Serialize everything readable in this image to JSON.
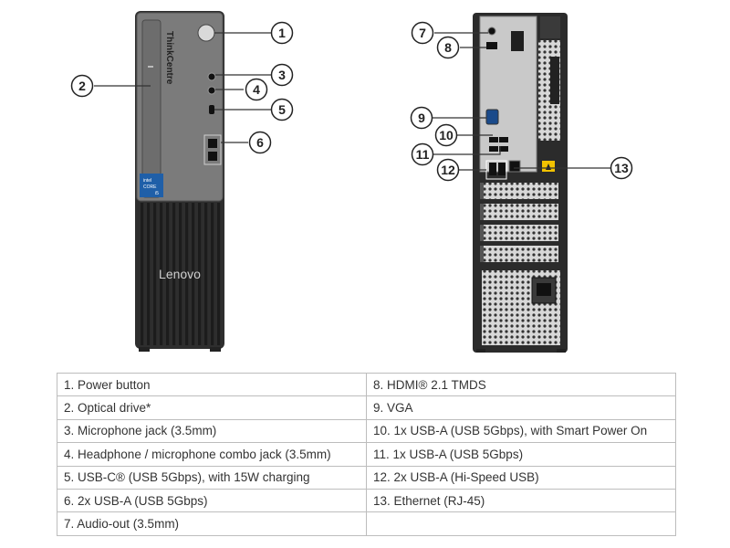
{
  "front": {
    "brand": "ThinkCentre",
    "logo": "Lenovo",
    "badge": {
      "line1": "intel",
      "line2": "CORE",
      "line3": "i5"
    }
  },
  "callouts": [
    "1",
    "2",
    "3",
    "4",
    "5",
    "6",
    "7",
    "8",
    "9",
    "10",
    "11",
    "12",
    "13"
  ],
  "table": {
    "left": [
      "1.  Power button",
      "2.  Optical drive*",
      "3.  Microphone jack (3.5mm)",
      "4.  Headphone / microphone combo jack (3.5mm)",
      "5.  USB-C® (USB 5Gbps), with 15W charging",
      "6.  2x USB-A (USB 5Gbps)",
      "7.  Audio-out (3.5mm)"
    ],
    "right": [
      "8.  HDMI® 2.1 TMDS",
      "9.  VGA",
      "10. 1x USB-A (USB 5Gbps), with Smart Power On",
      "11.  1x USB-A (USB 5Gbps)",
      "12. 2x USB-A (Hi-Speed USB)",
      "13. Ethernet (RJ-45)",
      ""
    ]
  },
  "colors": {
    "bezel": "#7a7a7a",
    "chassis": "#2e2e2e",
    "rear_panel": "#c9c9c9",
    "intel_badge": "#1f5fa8"
  }
}
